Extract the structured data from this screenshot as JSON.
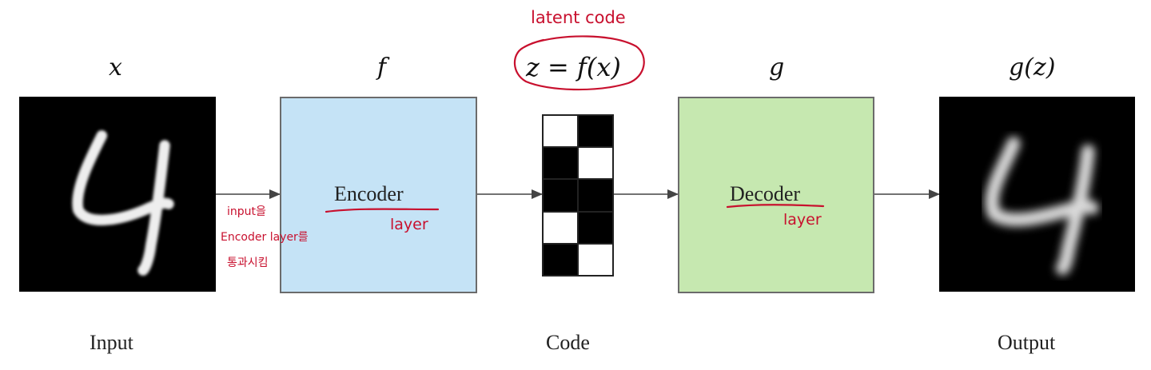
{
  "math_labels": {
    "input": "x",
    "encoder": "f",
    "code": "z = f(x)",
    "decoder": "g",
    "output": "g(z)"
  },
  "boxes": {
    "encoder": {
      "label": "Encoder",
      "color": "#c5e3f6"
    },
    "decoder": {
      "label": "Decoder",
      "color": "#c6e8b0"
    }
  },
  "code_cells": [
    [
      0,
      1
    ],
    [
      1,
      0
    ],
    [
      1,
      1
    ],
    [
      0,
      1
    ],
    [
      1,
      0
    ]
  ],
  "captions": {
    "input": "Input",
    "code": "Code",
    "output": "Output"
  },
  "annotations": {
    "latent": "latent code",
    "encoder_layer": "layer",
    "decoder_layer": "layer",
    "input_note": [
      "input을",
      "Encoder layer를",
      "통과시킴"
    ],
    "color": "#c8102e"
  },
  "panel_color": "#000000",
  "arrow_color": "#444444"
}
